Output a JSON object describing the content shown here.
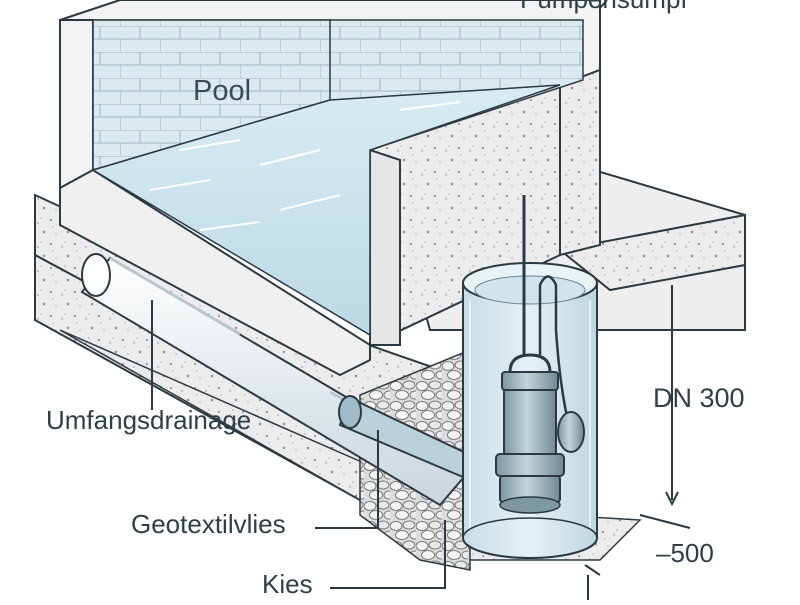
{
  "labels": {
    "pool": "Pool",
    "sump": "Pumpensumpf",
    "perimeter_drain": "Umfangsdrainage",
    "geotextile": "Geotextilvlies",
    "gravel": "Kies",
    "pipe_size": "DN 300",
    "depth": "–500"
  },
  "colors": {
    "water": "#cfe6ef",
    "tile_wall": "#dbeaf1",
    "concrete": "#efefef",
    "line": "#2b3a42"
  }
}
